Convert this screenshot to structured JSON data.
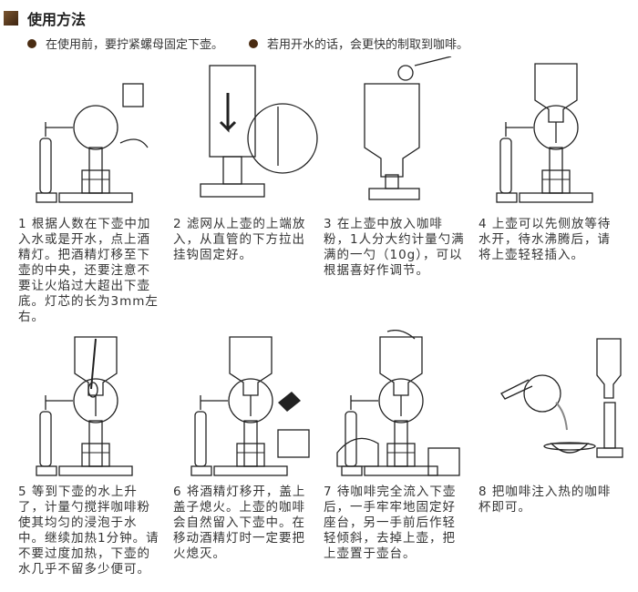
{
  "header": {
    "title": "使用方法"
  },
  "tips": [
    "在使用前，要拧紧螺母固定下壶。",
    "若用开水的话，会更快的制取到咖啡。"
  ],
  "steps": [
    {
      "text": "1 根据人数在下壶中加入水或是开水，点上酒精灯。把酒精灯移至下壶的中央，还要注意不要让火焰过大超出下壶底。灯芯的长为3mm左右。"
    },
    {
      "text": "2 滤网从上壶的上端放入，从直管的下方拉出挂钩固定好。"
    },
    {
      "text": "3 在上壶中放入咖啡粉，1人分大约计量勺满满的一勺（10g），可以根据喜好作调节。"
    },
    {
      "text": "4 上壶可以先侧放等待水开，待水沸腾后，请将上壶轻轻插入。"
    },
    {
      "text": "5 等到下壶的水上升了，计量勺搅拌咖啡粉使其均匀的浸泡于水中。继续加热1分钟。请不要过度加热，下壶的水几乎不留多少便可。"
    },
    {
      "text": "6 将酒精灯移开，盖上盖子熄火。上壶的咖啡会自然留入下壶中。在移动酒精灯时一定要把火熄灭。"
    },
    {
      "text": "7 待咖啡完全流入下壶后，一手牢牢地固定好座台，另一手前后作轻轻倾斜，去掉上壶，把上壶置于壶台。"
    },
    {
      "text": "8 把咖啡注入热的咖啡杯即可。"
    }
  ],
  "colors": {
    "accent": "#4a2c12",
    "text": "#333333"
  }
}
